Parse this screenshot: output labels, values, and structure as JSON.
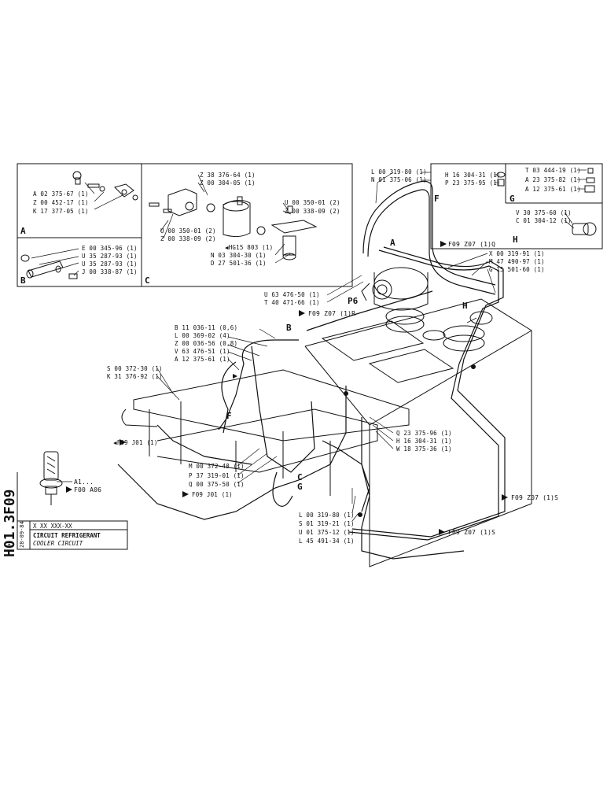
{
  "side_code": {
    "group": "F09",
    "page": "H01.3",
    "date": "28-09-84"
  },
  "title_block": {
    "code": "X XX XXX-XX",
    "title_fr": "CIRCUIT REFRIGERANT",
    "title_en": "COOLER CIRCUIT"
  },
  "box_A": {
    "letter": "A",
    "parts": [
      "A 02 375-67 (1)",
      "Z 00 452-17 (1)",
      "K 17 377-05 (1)"
    ]
  },
  "box_B": {
    "letter": "B",
    "parts": [
      "E 00 345-96 (1)",
      "U 35 287-93 (1)",
      "U 35 287-93 (1)",
      "J 00 338-87 (1)"
    ]
  },
  "box_C": {
    "letter": "C",
    "parts": [
      "Z 38 376-64 (1)",
      "Z 00 304-05 (1)",
      "U 00 350-01 (2)",
      "Z 00 338-09 (2)",
      "U 00 350-01 (2)",
      "Z 00 338-09 (2)",
      "HG15 803 (1)",
      "N 03 304-30 (1)",
      "D 27 501-36 (1)"
    ]
  },
  "box_F": {
    "letter": "F",
    "parts": [
      "H 16 304-31 (1)",
      "P 23 375-95 (1)"
    ]
  },
  "box_G": {
    "letter": "G",
    "parts": [
      "T 03 444-19 (1)",
      "A 23 375-82 (1)",
      "A 12 375-61 (1)"
    ]
  },
  "box_H": {
    "letter": "H",
    "parts": [
      "V 30 375-60 (1)",
      "C 01 304-12 (1)"
    ]
  },
  "top_labels": [
    "L 00 319-80 (1)",
    "N 01 375-06 (1)"
  ],
  "right_labels": [
    "X 00 319-91 (1)",
    "M 47 490-97 (1)",
    "G 15 501-60 (1)"
  ],
  "ref_top_q": "F09 Z07 (1)Q",
  "ref_mid_r": "F09 Z07 (1)R",
  "left_mid_labels": [
    "U 63 476-50 (1)",
    "T 40 471-66 (1)"
  ],
  "p6": "P6",
  "letters": {
    "A": "A",
    "B": "B",
    "H": "H",
    "F": "F",
    "G": "G",
    "C": "C"
  },
  "hose_labels": [
    "B 11 036-11 (0,6)",
    "L 00 369-02 (4)",
    "Z 00 036-56 (0,8)",
    "V 63 476-51 (1)",
    "A 12 375-61 (1)"
  ],
  "left_pair": [
    "S 00 372-30 (1)",
    "K 31 376-92 (1)"
  ],
  "ref_left_j01": "F09 J01 (1)",
  "bottom_center": [
    "M 00 372-48 (1)",
    "P 37 319-01 (1)",
    "Q 00 375-50 (1)"
  ],
  "ref_bottom_j01": "F09 J01 (1)",
  "right_mid": [
    "Q 23 375-96 (1)",
    "H 16 304-31 (1)",
    "W 18 375-36 (1)"
  ],
  "bottom_right_list": [
    "L 00 319-80 (1)",
    "S 01 319-21 (1)",
    "U 01 375-12 (1)",
    "L 45 491-34 (1)"
  ],
  "ref_s1": "F09 Z07 (1)S",
  "ref_s2": "F09 Z07 (1)S",
  "detail": {
    "a1": "A1...",
    "ref": "F00 A06"
  }
}
